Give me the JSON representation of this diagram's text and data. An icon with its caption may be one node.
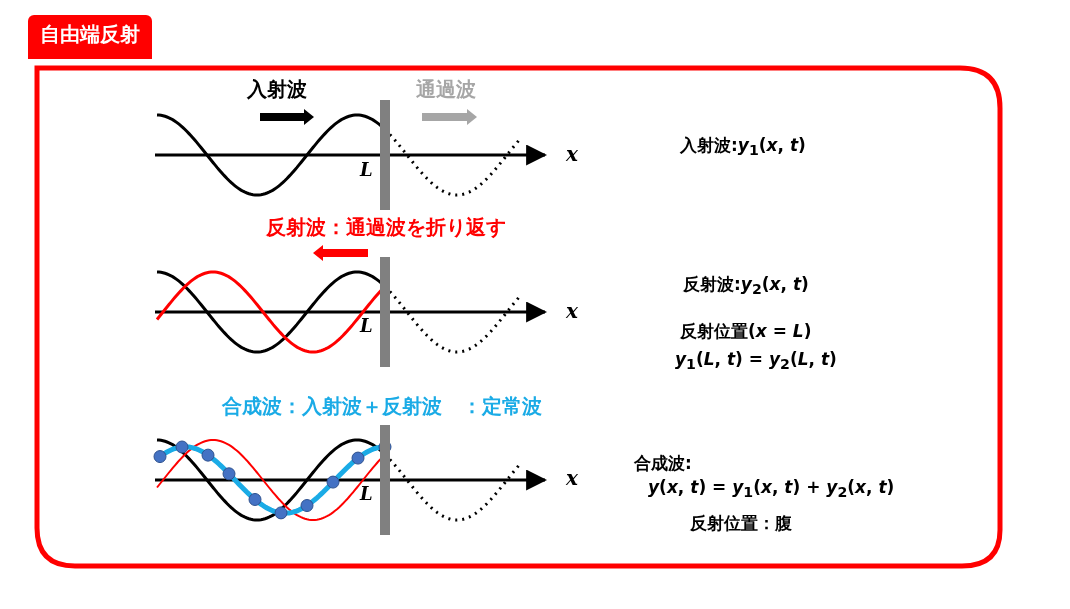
{
  "diagram": {
    "title": "自由端反射",
    "labels": [
      "入射波",
      "通過波",
      "x",
      "L",
      "入射波:*y*$_{1}$(*x*, *t*)",
      "反射波：通過波を折り返す",
      "x",
      "L",
      "反射波:*y*$_{2}$(*x*, *t*)",
      "反射位置(*x* = *L*)",
      "*y*$_{1}$(*L*, *t*) = *y*$_{2}$(*L*, *t*)",
      "合成波：入射波＋反射波　：定常波",
      "x",
      "L",
      "合成波:",
      "*y*(*x*, *t*) =  *y*$_{1}$(*x*, *t*) + *y*$_{2}$(*x*, *t*)",
      "反射位置：腹"
    ]
  }
}
